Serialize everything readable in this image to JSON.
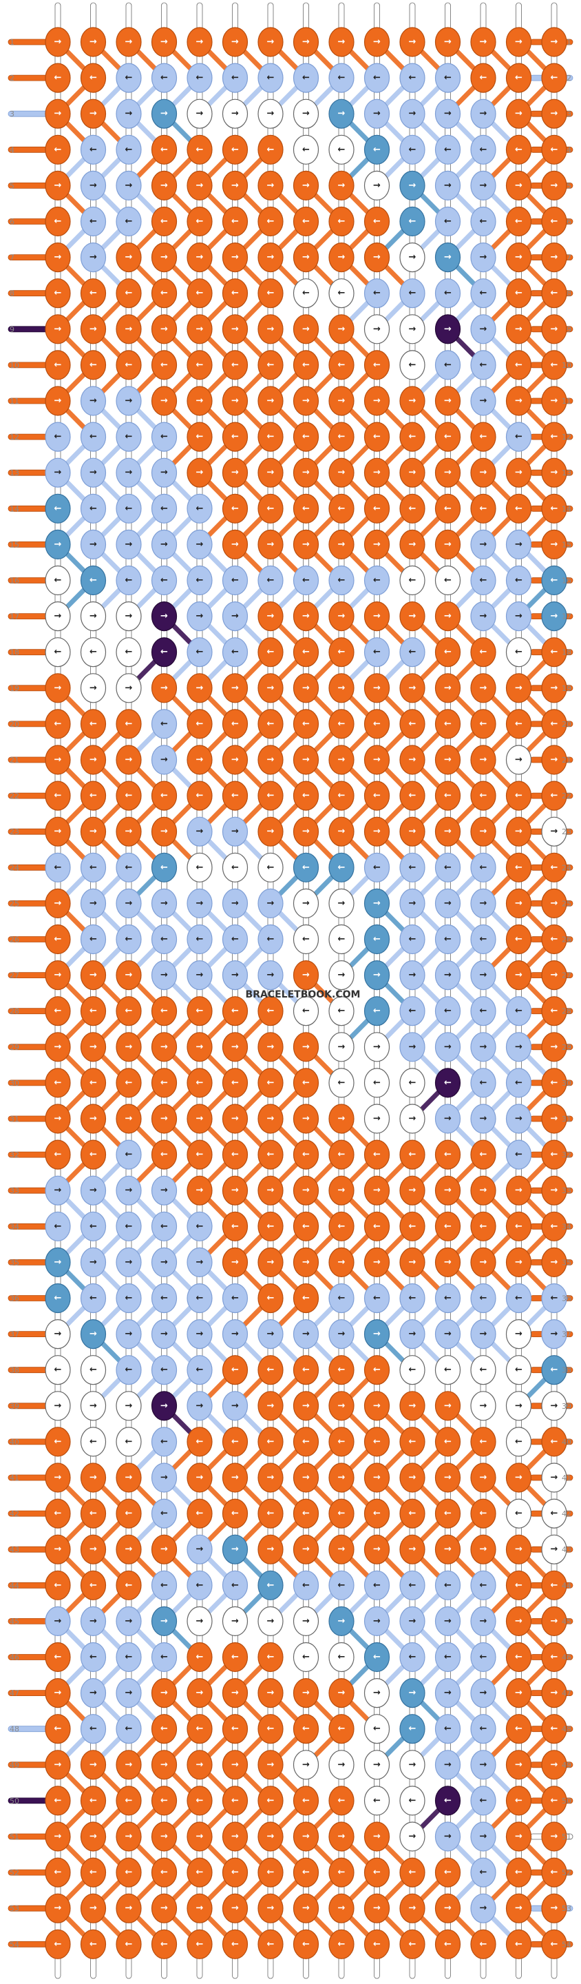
{
  "watermark": "BRACELETBOOK.COM",
  "colors": {
    "orange": "#ee6a1c",
    "orange_dark": "#b84d0d",
    "light_blue": "#aec6ef",
    "light_blue_dark": "#7f9fd6",
    "mid_blue": "#5a9cc9",
    "mid_blue_dark": "#35729f",
    "white": "#ffffff",
    "white_border": "#666666",
    "purple": "#3b1254",
    "purple_dark": "#250a36",
    "row_number": "#8a8a8a",
    "strand_outline": "#6a6a6a"
  },
  "rows_left": [
    "1",
    "2",
    "3",
    "4",
    "5",
    "6",
    "7",
    "8",
    "9",
    "10",
    "11",
    "12",
    "13",
    "14",
    "15",
    "16",
    "17",
    "18",
    "19",
    "20",
    "21",
    "22",
    "23",
    "24",
    "25",
    "26",
    "27",
    "28",
    "29",
    "30",
    "31",
    "32",
    "33",
    "34",
    "35",
    "36",
    "37",
    "38",
    "39",
    "40",
    "41",
    "42",
    "43",
    "44",
    "45",
    "46",
    "47",
    "48",
    "49",
    "50",
    "51",
    "52",
    "53",
    "54"
  ],
  "rows_right": [
    "1",
    "2",
    "3",
    "4",
    "5",
    "6",
    "7",
    "8",
    "9",
    "10",
    "11",
    "12",
    "13",
    "14",
    "15",
    "16",
    "17",
    "18",
    "19",
    "20",
    "21",
    "22",
    "23",
    "24",
    "25",
    "26",
    "27",
    "28",
    "29",
    "30",
    "31",
    "32",
    "33",
    "34",
    "35",
    "36",
    "37",
    "38",
    "39",
    "40",
    "41",
    "42",
    "43",
    "44",
    "45",
    "46",
    "47",
    "48",
    "49",
    "50",
    "51",
    "52",
    "53",
    "54"
  ],
  "strand_top_colors": [
    "white",
    "white",
    "white",
    "white",
    "white",
    "white",
    "white",
    "white",
    "white",
    "white",
    "white",
    "white",
    "white",
    "white",
    "white"
  ],
  "edge_colors_left": [
    "orange",
    "orange",
    "light_blue",
    "orange",
    "orange",
    "orange",
    "orange",
    "orange",
    "purple",
    "orange",
    "orange",
    "orange",
    "orange",
    "orange",
    "orange",
    "orange",
    "orange",
    "orange",
    "orange",
    "orange",
    "orange",
    "orange",
    "orange",
    "orange",
    "orange",
    "orange",
    "orange",
    "orange",
    "orange",
    "orange",
    "orange",
    "orange",
    "orange",
    "orange",
    "orange",
    "orange",
    "orange",
    "orange",
    "orange",
    "orange",
    "orange",
    "orange",
    "orange",
    "orange",
    "orange",
    "orange",
    "orange",
    "light_blue",
    "orange",
    "purple",
    "orange",
    "orange",
    "orange",
    "orange"
  ],
  "edge_colors_right": [
    "orange",
    "light_blue",
    "orange",
    "orange",
    "orange",
    "orange",
    "orange",
    "orange",
    "orange",
    "orange",
    "orange",
    "orange",
    "orange",
    "orange",
    "orange",
    "orange",
    "orange",
    "orange",
    "orange",
    "orange",
    "orange",
    "orange",
    "orange",
    "orange",
    "orange",
    "orange",
    "orange",
    "orange",
    "orange",
    "orange",
    "orange",
    "orange",
    "orange",
    "orange",
    "orange",
    "orange",
    "orange",
    "orange",
    "orange",
    "orange",
    "orange",
    "orange",
    "orange",
    "orange",
    "orange",
    "orange",
    "orange",
    "orange",
    "orange",
    "orange",
    "white",
    "orange",
    "light_blue",
    "orange"
  ],
  "knot_grid": [
    "ooooooooooooooo",
    "oolLLLLLLLLLooo",
    "ooLMwwwwMLLLLoo",
    "oLLoooowwMLLLoo",
    "oLLoooooowMLLoo",
    "oLLoooooooMLLoo",
    "oLoooooooowMLoo",
    "ooooooowwLLLLoo",
    "ooooooooowwPLoo",
    "oooooooooowLLoo",
    "oLLoooooooooLoo",
    "LLLLoooooooooLo",
    "LLLLooooooooooo",
    "MLLLLoooooooooo",
    "MLLLLoooooooLLo",
    "wMLLLLLLLLwwLLM",
    "wwwPLLooooooLLM",
    "wwwPLLoooLLoowo",
    "owwoooooooooooo",
    "oooLooooooooooo",
    "oooLooooooooowo",
    "ooooooooooooooo",
    "ooooLLoooooooow",
    "LLLMwwwMMLLLLoo",
    "oLLLLLLwwMLLLoo",
    "oLLLLLLwwMLLLoo",
    "oooLLLLowMLLLoo",
    "ooooooowwMLLLLo",
    "oooooooowwLLLLo",
    "oooooooowwwPLLo",
    "ooooooooowwLLLo",
    "ooLooooooooooLo",
    "LLLLooooooooooo",
    "LLLLLoooooooooo",
    "MLLLLoooooooooo",
    "MLLLLLooLLLLLLL",
    "wMLLLLLLLMLLLwL",
    "wwLLLooooowwwwM",
    "wwwPLLoooooowww",
    "owwLooooooooowo",
    "oooLoooooooooow",
    "oooLoooooooooww",
    "ooooLMoooooooow",
    "oooLLLMLLLLLLoo",
    "LLLMwwwwMLLLLoo",
    "oLLLooowwMLLLoo",
    "oLLoooooowMLLoo",
    "oLLoooooowMLLoo",
    "ooooooowwwwLLoo",
    "ooooooooowwPLoo",
    "oooooooooowLLoo",
    "ooooooooooooLoo",
    "ooooooooooooLoo",
    "ooooooooooooooo"
  ],
  "arrow_grid": [
    "RRRRRRRRRRRRRRR",
    "LLLLLLLLLLLLLLL",
    "RRRRRRRRRRRRRRR",
    "LLLLLLLLLLLLLLL",
    "RRRRRRRRRRRRRRR",
    "LLLLLLLLLLLLLLL",
    "RRRRRRRRRRRRRRR",
    "LLLLLLLLLLLLLLL",
    "RRRRRRRRRRRRRRR",
    "LLLLLLLLLLLLLLL",
    "RRRRRRRRRRRRRRR",
    "LLLLLLLLLLLLLLL",
    "RRRRRRRRRRRRRRR",
    "LLLLLLLLLLLLLLL",
    "RRRRRRRRRRRRRRR",
    "LLLLLLLLLLLLLLL",
    "RRRRRRRRRRRRRRR",
    "LLLLLLLLLLLLLLL",
    "RRRRRRRRRRRRRRR",
    "LLLLLLLLLLLLLLL",
    "RRRRRRRRRRRRRRR",
    "LLLLLLLLLLLLLLL",
    "RRRRRRRRRRRRRRR",
    "LLLLLLLLLLLLLLL",
    "RRRRRRRRRRRRRRR",
    "LLLLLLLLLLLLLLL",
    "RRRRRRRRRRRRRRR",
    "LLLLLLLLLLLLLLL",
    "RRRRRRRRRRRRRRR",
    "LLLLLLLLLLLLLLL",
    "RRRRRRRRRRRRRRR",
    "LLLLLLLLLLLLLLL",
    "RRRRRRRRRRRRRRR",
    "LLLLLLLLLLLLLLL",
    "RRRRRRRRRRRRRRR",
    "LLLLLLLLLLLLLLL",
    "RRRRRRRRRRRRRRR",
    "LLLLLLLLLLLLLLL",
    "RRRRRRRRRRRRRRR",
    "LLLLLLLLLLLLLLL",
    "RRRRRRRRRRRRRRR",
    "LLLLLLLLLLLLLLL",
    "RRRRRRRRRRRRRRR",
    "LLLLLLLLLLLLLLL",
    "RRRRRRRRRRRRRRR",
    "LLLLLLLLLLLLLLL",
    "RRRRRRRRRRRRRRR",
    "LLLLLLLLLLLLLLL",
    "RRRRRRRRRRRRRRR",
    "LLLLLLLLLLLLLLL",
    "RRRRRRRRRRRRRRR",
    "LLLLLLLLLLLLLLL",
    "RRRRRRRRRRRRRRR",
    "LLLLLLLLLLLLLLL"
  ]
}
